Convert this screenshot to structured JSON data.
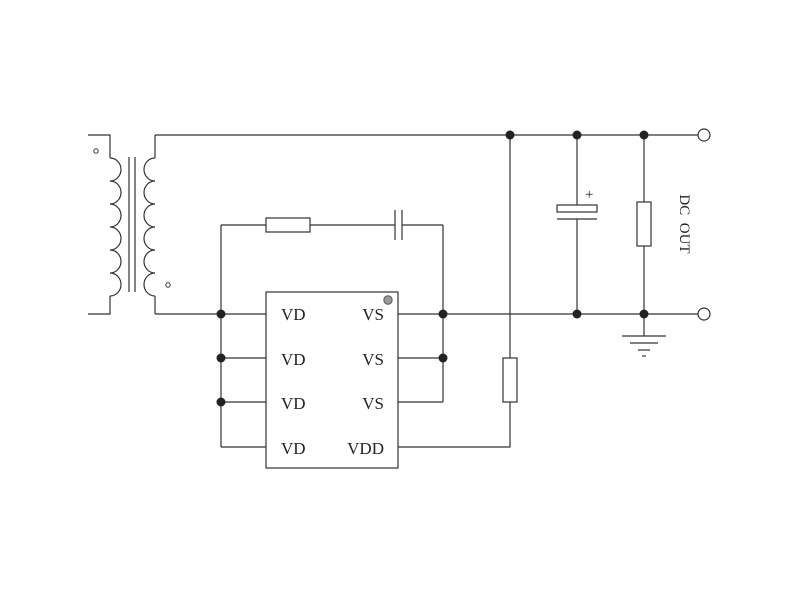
{
  "chip": {
    "left_pins": [
      "VD",
      "VD",
      "VD",
      "VD"
    ],
    "right_pins": [
      "VS",
      "VS",
      "VS",
      "VDD"
    ]
  },
  "output": {
    "label": "DC  OUT"
  },
  "capacitor": {
    "polarity": "+"
  },
  "colors": {
    "wire": "#333333",
    "node": "#222222",
    "chip_marker": "#999999"
  }
}
